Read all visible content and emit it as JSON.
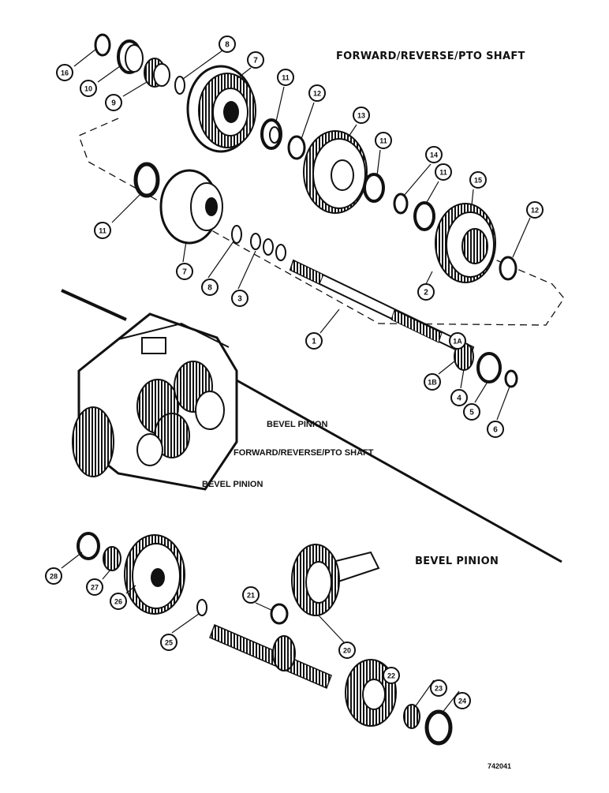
{
  "headings": {
    "forward_reverse_pto_shaft": "FORWARD/REVERSE/PTO SHAFT",
    "bevel_pinion": "BEVEL PINION"
  },
  "labels": {
    "bevel_pinion_upper": "BEVEL PINION",
    "forward_reverse_pto_shaft": "FORWARD/REVERSE/PTO SHAFT",
    "bevel_pinion_lower": "BEVEL PINION"
  },
  "callouts": [
    "16",
    "10",
    "9",
    "8",
    "7",
    "11",
    "12",
    "13",
    "11",
    "14",
    "11",
    "15",
    "12",
    "11",
    "7",
    "8",
    "3",
    "2",
    "1",
    "1A",
    "1B",
    "4",
    "5",
    "6",
    "28",
    "27",
    "26",
    "25",
    "21",
    "20",
    "22",
    "23",
    "24"
  ],
  "figure_number": "742041"
}
